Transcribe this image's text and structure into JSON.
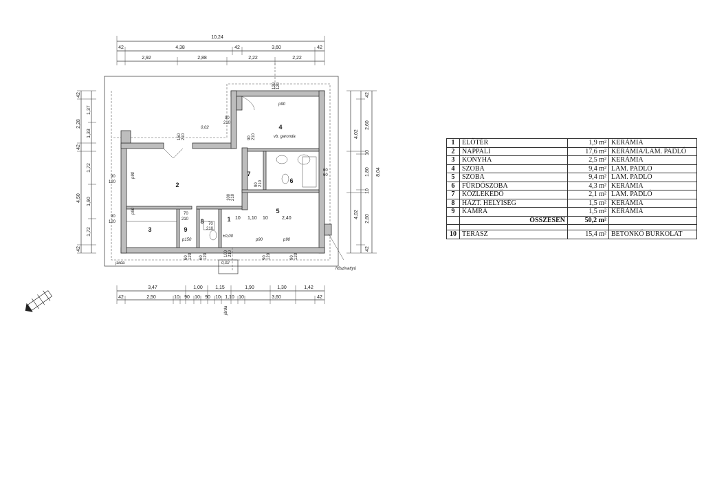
{
  "top_dims": {
    "overall": "10,24",
    "row1": [
      "42",
      "4,38",
      "42",
      "3,60",
      "42"
    ],
    "row2": [
      "2,92",
      "2,88",
      "2,22",
      "2,22"
    ]
  },
  "bottom_dims": {
    "row1": [
      "3,47",
      "1,00",
      "1,15",
      "1,90",
      "1,30",
      "1,42"
    ],
    "row2": [
      "42",
      "2,50",
      "10",
      "90",
      "10",
      "90",
      "10",
      "1,10",
      "10",
      "3,60",
      "42"
    ]
  },
  "left_dims": {
    "row1": [
      "42",
      "1,37",
      "2,28",
      "1,33",
      "42",
      "1,72",
      "4,50",
      "1,90",
      "1,72",
      "42"
    ]
  },
  "right_dims": {
    "row1": [
      "42",
      "2,60",
      "4,02",
      "10",
      "1,80",
      "10",
      "4,02",
      "2,60",
      "42"
    ],
    "overall": "8,04"
  },
  "rooms_on_plan": [
    "1",
    "2",
    "3",
    "4",
    "5",
    "6",
    "7",
    "8",
    "9"
  ],
  "plan_labels": {
    "jarda_bottom": "járda",
    "jarda_right": "járda",
    "hoszivattyu": "hőszivattyú",
    "garonda": "vb. garonda",
    "level1": "0,02",
    "level2": "±0,00",
    "level3": "0,02",
    "p90": "p90",
    "p150": "p150",
    "width_240": "2,40",
    "width_110": "1,10",
    "d10": "10"
  },
  "doors": {
    "d1": [
      "90",
      "210"
    ],
    "d2": [
      "150",
      "210"
    ],
    "d3": [
      "90",
      "210"
    ],
    "d4": [
      "90",
      "210"
    ],
    "d5": [
      "90",
      "120"
    ],
    "d6": [
      "90",
      "120"
    ],
    "d7": [
      "70",
      "210"
    ],
    "d8": [
      "70",
      "210"
    ],
    "d9": [
      "100",
      "210"
    ],
    "d10": [
      "60",
      "60"
    ],
    "d11": [
      "120",
      "120"
    ],
    "d12": [
      "60",
      "120"
    ],
    "d13": [
      "60",
      "120"
    ],
    "d14": [
      "100",
      "210"
    ],
    "d15": [
      "90",
      "120"
    ],
    "d16": [
      "90",
      "120"
    ]
  },
  "table": {
    "rows": [
      {
        "num": "1",
        "name": "ELŐTÉR",
        "area": "1,9 m²",
        "finish": "KERÁMIA"
      },
      {
        "num": "2",
        "name": "NAPPALI",
        "area": "17,6 m²",
        "finish": "KERÁMIA/LAM. PADLÓ"
      },
      {
        "num": "3",
        "name": "KONYHA",
        "area": "2,5 m²",
        "finish": "KERÁMIA"
      },
      {
        "num": "4",
        "name": "SZOBA",
        "area": "9,4 m²",
        "finish": "LAM. PADLÓ"
      },
      {
        "num": "5",
        "name": "SZOBA",
        "area": "9,4 m²",
        "finish": "LAM. PADLÓ"
      },
      {
        "num": "6",
        "name": "FÜRDŐSZOBA",
        "area": "4,3 m²",
        "finish": "KERÁMIA"
      },
      {
        "num": "7",
        "name": "KÖZLEKEDŐ",
        "area": "2,1 m²",
        "finish": "LAM. PADLÓ"
      },
      {
        "num": "8",
        "name": "HÁZT. HELYISÉG",
        "area": "1,5 m²",
        "finish": "KERÁMIA"
      },
      {
        "num": "9",
        "name": "KAMRA",
        "area": "1,5 m²",
        "finish": "KERÁMIA"
      }
    ],
    "total_label": "ÖSSZESEN",
    "total_area": "50,2 m²",
    "extra": {
      "num": "10",
      "name": "TERASZ",
      "area": "15,4 m²",
      "finish": "BETONKŐ BURKOLAT"
    }
  }
}
